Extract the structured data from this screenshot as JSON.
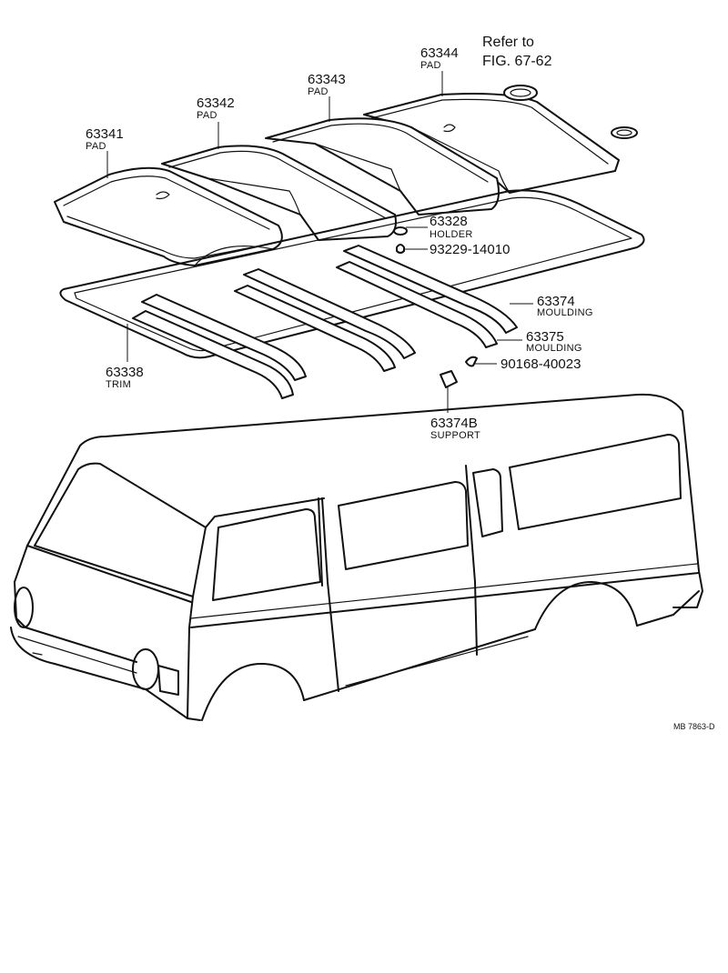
{
  "diagram": {
    "reference": {
      "line1": "Refer to",
      "line2": "FIG. 67-62"
    },
    "drawing_code": "MB 7863-D",
    "parts": [
      {
        "number": "63341",
        "name": "PAD"
      },
      {
        "number": "63342",
        "name": "PAD"
      },
      {
        "number": "63343",
        "name": "PAD"
      },
      {
        "number": "63344",
        "name": "PAD"
      },
      {
        "number": "63328",
        "name": "HOLDER"
      },
      {
        "number": "93229-14010",
        "name": ""
      },
      {
        "number": "63374",
        "name": "MOULDING"
      },
      {
        "number": "63375",
        "name": "MOULDING"
      },
      {
        "number": "90168-40023",
        "name": ""
      },
      {
        "number": "63338",
        "name": "TRIM"
      },
      {
        "number": "63374B",
        "name": "SUPPORT"
      }
    ]
  }
}
